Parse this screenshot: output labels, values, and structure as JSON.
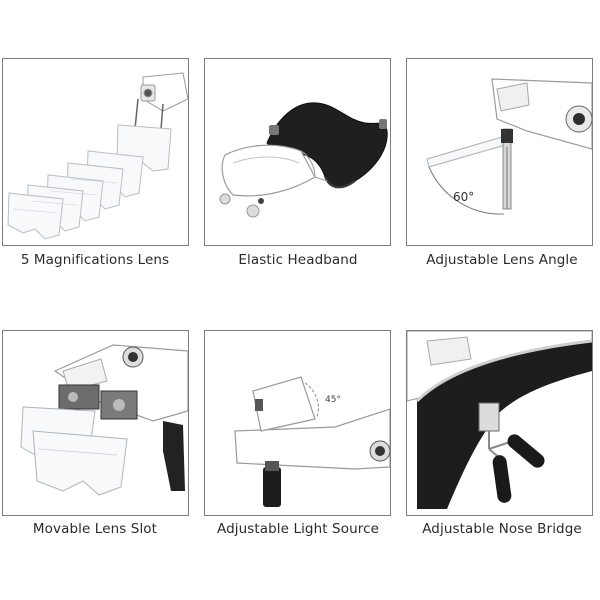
{
  "panels": [
    {
      "caption": "5 Magnifications Lens"
    },
    {
      "caption": "Elastic Headband"
    },
    {
      "caption": "Adjustable Lens Angle",
      "angle_label": "60°"
    },
    {
      "caption": "Movable Lens Slot"
    },
    {
      "caption": "Adjustable Light Source",
      "angle_label": "45°"
    },
    {
      "caption": "Adjustable Nose Bridge"
    }
  ]
}
